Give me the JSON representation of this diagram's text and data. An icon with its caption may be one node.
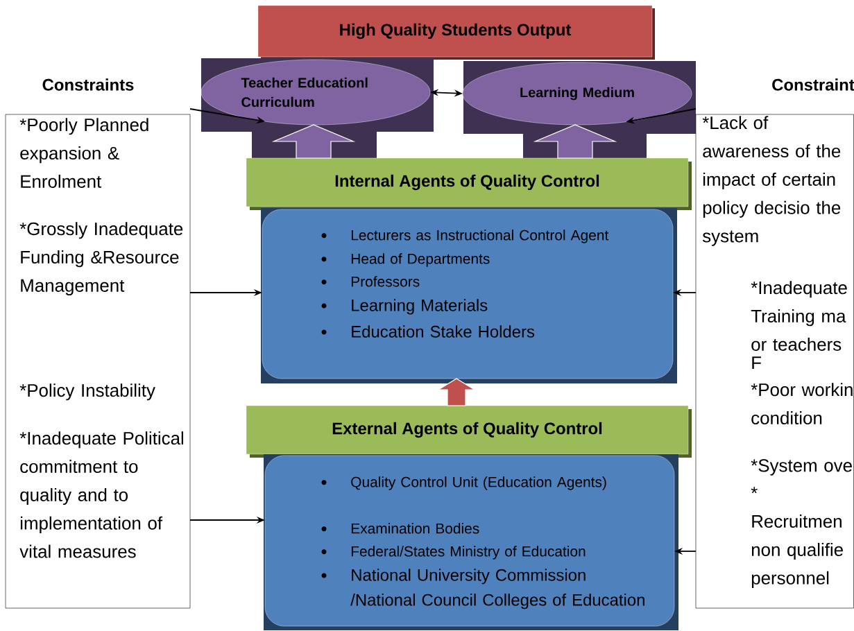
{
  "diagram": {
    "nodes": [
      {
        "text": [
          "High Quality Students Output"
        ]
      },
      {
        "text": [
          "Teacher Educationl Curriculum"
        ]
      },
      {
        "text": [
          "Learning Medium"
        ]
      },
      {
        "text": [
          "Internal  Agents of Quality Control"
        ]
      },
      {
        "text": [
          "Lecturers as Instructional Control Agent",
          "Head of Departments",
          "Professors",
          "Learning Materials",
          "Education Stake Holders"
        ]
      },
      {
        "text": [
          "External Agents of Quality Control"
        ]
      },
      {
        "text": [
          "Quality Control Unit (Education Agents)",
          "Examination Bodies",
          "Federal/States Ministry of Education",
          "National University Commission /National Council Colleges of Education"
        ]
      },
      {
        "text": [
          "Constraints",
          "*Poorly Planned expansion & Enrolment",
          "*Grossly Inadequate Funding &Resource Management",
          "*Policy Instability",
          "*Inadequate Political commitment to quality and to implementation of vital measures"
        ]
      },
      {
        "text": [
          "Constraint",
          "*Lack of awareness of the impact  of certain policy decisio the system",
          "*Inadequate Training ma or teachers",
          "F",
          "*Poor workin condition",
          "*System ove",
          "* Recruitmen non qualifie personnel"
        ]
      }
    ],
    "edges": [
      {
        "from": 1,
        "to": 2,
        "arrow": "both"
      },
      {
        "from": 3,
        "to": 1,
        "arrow": "to",
        "style": "thick",
        "color": "#8064a2"
      },
      {
        "from": 3,
        "to": 2,
        "arrow": "to",
        "style": "thick",
        "color": "#8064a2"
      },
      {
        "from": 5,
        "to": 4,
        "arrow": "to",
        "style": "thick",
        "color": "#c0504d"
      },
      {
        "from": 7,
        "to": 1,
        "arrow": "to"
      },
      {
        "from": 7,
        "to": 4,
        "arrow": "to"
      },
      {
        "from": 7,
        "to": 6,
        "arrow": "to"
      },
      {
        "from": 8,
        "to": 2,
        "arrow": "to"
      },
      {
        "from": 8,
        "to": 4,
        "arrow": "to"
      },
      {
        "from": 8,
        "to": 6,
        "arrow": "to"
      }
    ]
  }
}
